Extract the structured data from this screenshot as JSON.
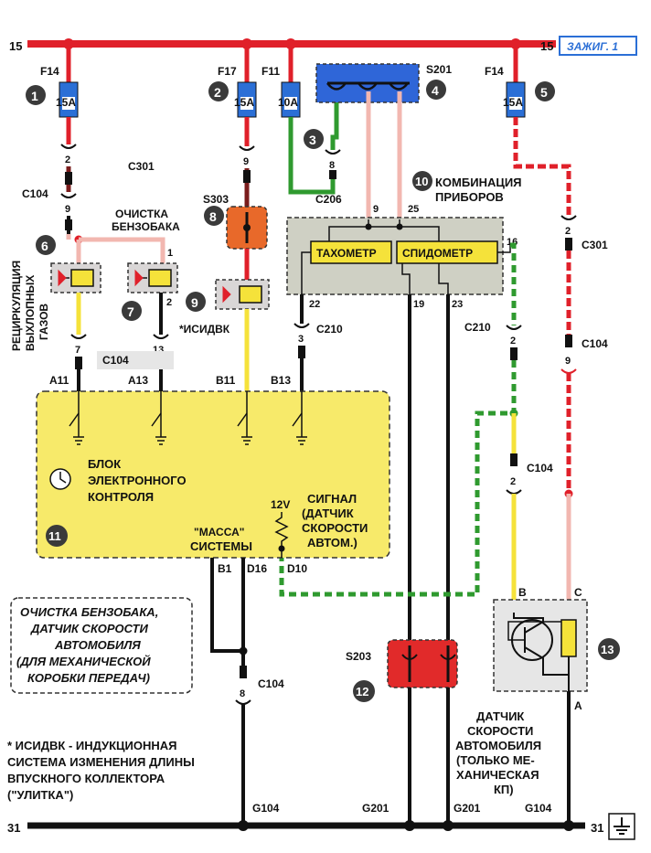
{
  "bus": {
    "top_left": "15",
    "top_right": "15",
    "ignition_tag": "ЗАЖИГ. 1",
    "bottom_left": "31",
    "bottom_right": "31"
  },
  "fuses": [
    {
      "name": "F14",
      "rating": "15A"
    },
    {
      "name": "F17",
      "rating": "15A"
    },
    {
      "name": "F11",
      "rating": "10A"
    },
    {
      "name": "F14",
      "rating": "15A"
    }
  ],
  "callouts": [
    "1",
    "2",
    "3",
    "4",
    "5",
    "6",
    "7",
    "8",
    "9",
    "10",
    "11",
    "12",
    "13"
  ],
  "connectors": {
    "c301_left": "C301",
    "c104_left": "C104",
    "c206": "C206",
    "s201": "S201",
    "s303": "S303",
    "c210_mid": "C210",
    "c104_mid": "C104",
    "c210_right": "C210",
    "c301_right": "C301",
    "c104_right": "C104",
    "c104_speed": "C104",
    "c104_bottom": "C104",
    "s203": "S203"
  },
  "pins": {
    "p2a": "2",
    "p9a": "9",
    "p9b": "9",
    "p8": "8",
    "p9c": "9",
    "p25": "25",
    "p16": "16",
    "p1": "1",
    "p2b": "2",
    "p22": "22",
    "p19": "19",
    "p23": "23",
    "p7": "7",
    "p13": "13",
    "p3": "3",
    "p2c": "2",
    "p2d": "2",
    "p9d": "9",
    "p2e": "2",
    "p8b": "8",
    "pB": "B",
    "pC": "C",
    "pA": "A"
  },
  "ecm_pins": {
    "a11": "A11",
    "a13": "A13",
    "b11": "B11",
    "b13": "B13",
    "b1": "B1",
    "d16": "D16",
    "d10": "D10"
  },
  "labels": {
    "purge_title_1": "ОЧИСТКА",
    "purge_title_2": "БЕНЗОБАКА",
    "egr_1": "РЕЦИРКУЛЯЦИЯ",
    "egr_2": "ВЫХЛОПНЫХ",
    "egr_3": "ГАЗОВ",
    "isidvk": "*ИСИДВК",
    "cluster_1": "КОМБИНАЦИЯ",
    "cluster_2": "ПРИБОРОВ",
    "tach": "ТАХОМЕТР",
    "speedo": "СПИДОМЕТР",
    "ecm_1": "БЛОК",
    "ecm_2": "ЭЛЕКТРОННОГО",
    "ecm_3": "КОНТРОЛЯ",
    "v12": "12V",
    "signal_1": "СИГНАЛ",
    "signal_2": "(ДАТЧИК",
    "signal_3": "СКОРОСТИ",
    "signal_4": "АВТОМ.)",
    "mass_1": "\"МАССА\"",
    "mass_2": "СИСТЕМЫ",
    "sensor_1": "ДАТЧИК",
    "sensor_2": "СКОРОСТИ",
    "sensor_3": "АВТОМОБИЛЯ",
    "sensor_4": "(ТОЛЬКО МЕ-",
    "sensor_5": "ХАНИЧЕСКАЯ",
    "sensor_6": "КП)",
    "g104_left": "G104",
    "g201_a": "G201",
    "g201_b": "G201",
    "g104_right": "G104"
  },
  "caption": {
    "line1": "ОЧИСТКА БЕНЗОБАКА,",
    "line2": "ДАТЧИК СКОРОСТИ",
    "line3": "АВТОМОБИЛЯ",
    "line4": "(ДЛЯ МЕХАНИЧЕСКОЙ",
    "line5": "КОРОБКИ ПЕРЕДАЧ)"
  },
  "footnote": {
    "line1": "*  ИСИДВК - ИНДУКЦИОННАЯ",
    "line2": "СИСТЕМА ИЗМЕНЕНИЯ ДЛИНЫ",
    "line3": "ВПУСКНОГО КОЛЛЕКТОРА",
    "line4": "(\"УЛИТКА\")"
  },
  "colors": {
    "red": "#e0202a",
    "pink": "#f2b7b0",
    "yellow": "#f5e23a",
    "green": "#2f9a2f",
    "black": "#111111",
    "ecm_fill": "#f7ea6a",
    "cluster_fill": "#cfd0c4",
    "s201_fill": "#2f66d8",
    "s203_fill": "#e12a2a",
    "s303_fill": "#e8692a",
    "fuse_fill": "#2b6fd6",
    "callout_fill": "#3a3a3a"
  }
}
